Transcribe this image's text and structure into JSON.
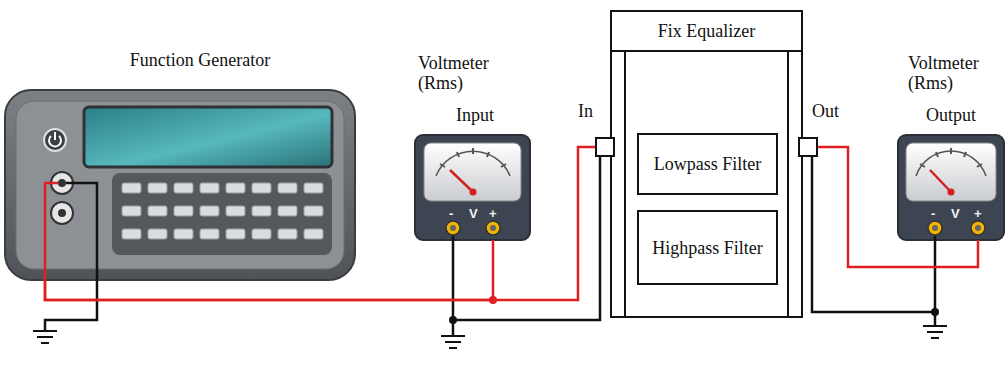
{
  "diagram": {
    "nodes": [
      {
        "text": [
          "Function Generator"
        ]
      },
      {
        "text": [
          "Voltmeter (Rms)",
          "Input"
        ]
      },
      {
        "text": [
          "Fix Equalizer"
        ]
      },
      {
        "text": [
          "Lowpass Filter"
        ],
        "in": 2
      },
      {
        "text": [
          "Highpass Filter"
        ],
        "in": 2
      },
      {
        "text": [
          "Voltmeter (Rms)",
          "Output"
        ]
      }
    ],
    "edges": [
      {
        "from": 0,
        "to": 1,
        "arrow": "none"
      },
      {
        "from": 0,
        "to": 2,
        "arrow": "none"
      },
      {
        "from": 2,
        "to": 5,
        "arrow": "none"
      }
    ],
    "labels": [
      "In",
      "Out",
      "-",
      "V",
      "+",
      "-",
      "V",
      "+"
    ]
  }
}
